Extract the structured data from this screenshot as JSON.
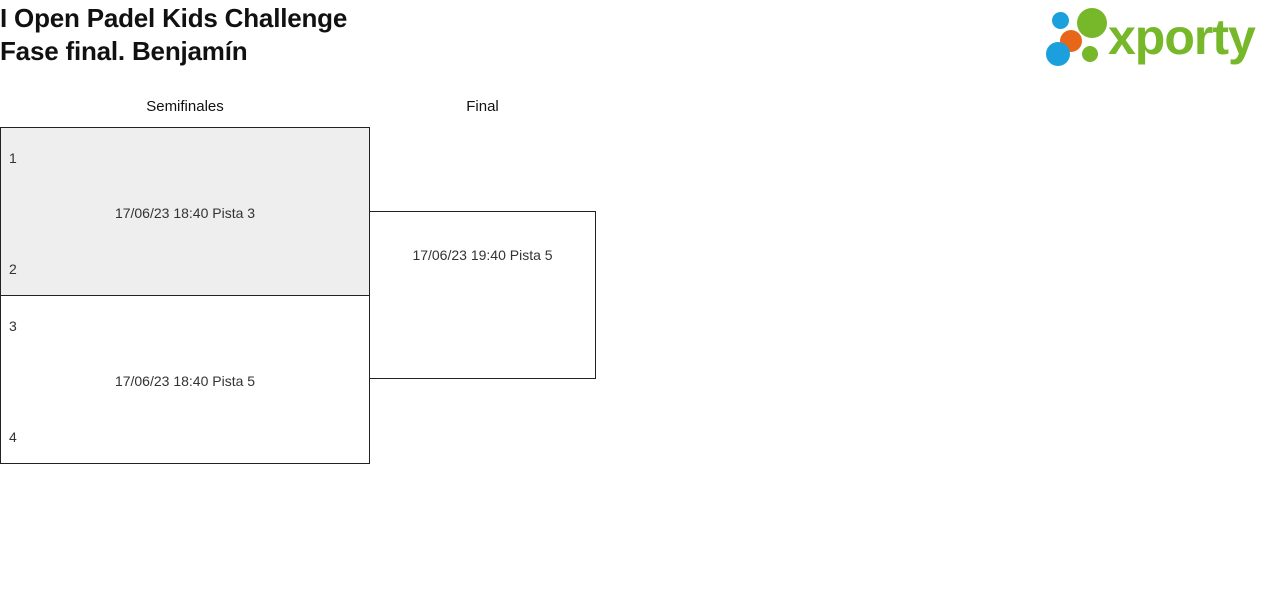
{
  "header": {
    "title_line1": "I Open Padel Kids Challenge",
    "title_line2": "Fase final. Benjamín",
    "logo_text": "xporty",
    "logo_colors": {
      "green": "#76b82a",
      "blue": "#1ba0dd",
      "orange": "#e8661a"
    }
  },
  "bracket": {
    "rounds": [
      {
        "label": "Semifinales"
      },
      {
        "label": "Final"
      }
    ],
    "matches": {
      "semifinal_1": {
        "seed_top": "1",
        "seed_bottom": "2",
        "info": "17/06/23 18:40 Pista 3",
        "date": "17/06/23",
        "time": "18:40",
        "court": "Pista 3",
        "highlighted": true
      },
      "semifinal_2": {
        "seed_top": "3",
        "seed_bottom": "4",
        "info": "17/06/23 18:40 Pista 5",
        "date": "17/06/23",
        "time": "18:40",
        "court": "Pista 5",
        "highlighted": false
      },
      "final": {
        "seed_top": "",
        "seed_bottom": "",
        "info": "17/06/23 19:40 Pista 5",
        "date": "17/06/23",
        "time": "19:40",
        "court": "Pista 5",
        "highlighted": false
      }
    }
  }
}
